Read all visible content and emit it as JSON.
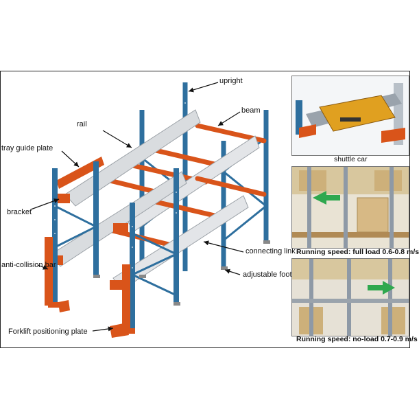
{
  "labels": {
    "upright": "upright",
    "beam": "beam",
    "rail": "rail",
    "tray_guide_plate": "tray guide plate",
    "bracket": "bracket",
    "anti_collision_bar": "anti-collision bar",
    "forklift_positioning_plate": "Forklift positioning plate",
    "connecting_link": "connecting link",
    "adjustable_foot": "adjustable foot"
  },
  "photos": {
    "shuttle_car": "shuttle car",
    "full_load": "Running speed: full load 0.6-0.8 m/s",
    "no_load": "Running speed: no-load 0.7-0.9 m/s"
  },
  "colors": {
    "upright_blue": "#2e6f9e",
    "beam_orange": "#d9541a",
    "rail_gray": "#d9dcdf",
    "arrow_green": "#2fa84f",
    "shuttle_yellow": "#e0a020"
  },
  "icons": [
    "arrow-right-icon",
    "arrow-left-icon"
  ]
}
